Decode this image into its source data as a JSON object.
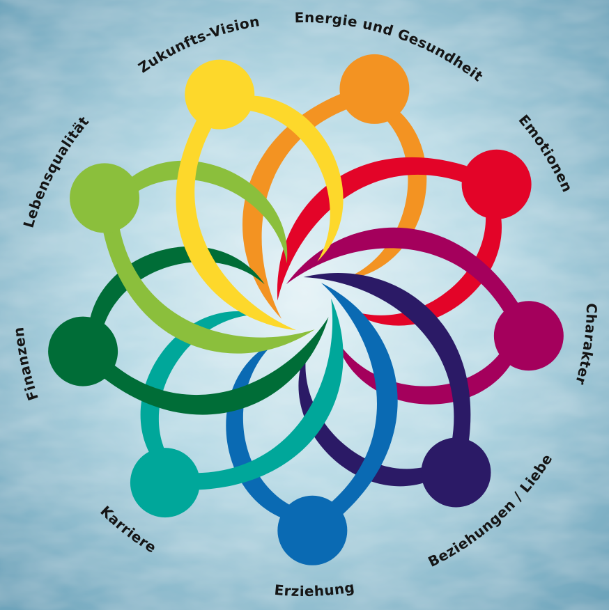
{
  "segments": [
    {
      "label": "Energie und Gesundheit",
      "color": "#f39322"
    },
    {
      "label": "Emotionen",
      "color": "#e30428"
    },
    {
      "label": "Charakter",
      "color": "#a4005c"
    },
    {
      "label": "Beziehungen / Liebe",
      "color": "#2b1a66"
    },
    {
      "label": "Erziehung",
      "color": "#0a6ab3"
    },
    {
      "label": "Karriere",
      "color": "#00a79a"
    },
    {
      "label": "Finanzen",
      "color": "#006d37"
    },
    {
      "label": "Lebensqualität",
      "color": "#8bbf3c"
    },
    {
      "label": "Zukunfts-Vision",
      "color": "#fdd82b"
    }
  ]
}
